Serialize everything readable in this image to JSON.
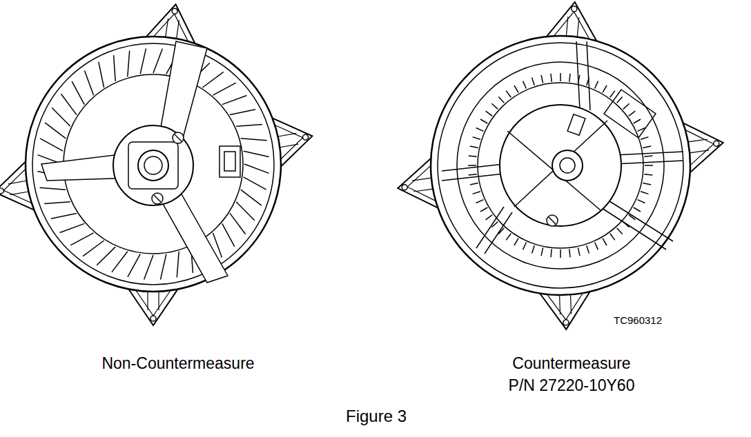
{
  "diagram": {
    "caption": "Figure 3",
    "labels": [
      "Non-Countermeasure",
      "TC960312",
      "Countermeasure",
      "P/N 27220-10Y60"
    ]
  }
}
